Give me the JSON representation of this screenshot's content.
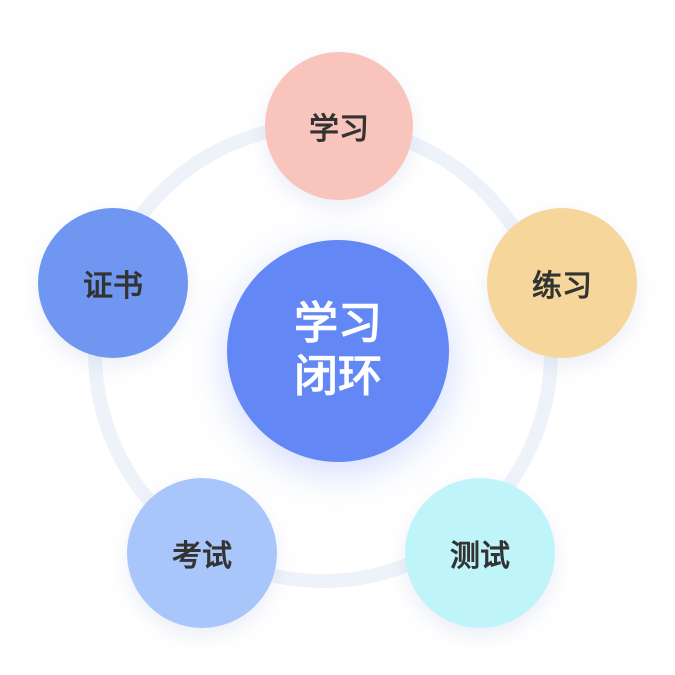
{
  "center": {
    "line1": "学习",
    "line2": "闭环"
  },
  "nodes": [
    {
      "label": "学习",
      "color": "#f8c4bc"
    },
    {
      "label": "练习",
      "color": "#f6d69a"
    },
    {
      "label": "测试",
      "color": "#bff4f8"
    },
    {
      "label": "考试",
      "color": "#a9c6fb"
    },
    {
      "label": "证书",
      "color": "#6f97f1"
    }
  ]
}
